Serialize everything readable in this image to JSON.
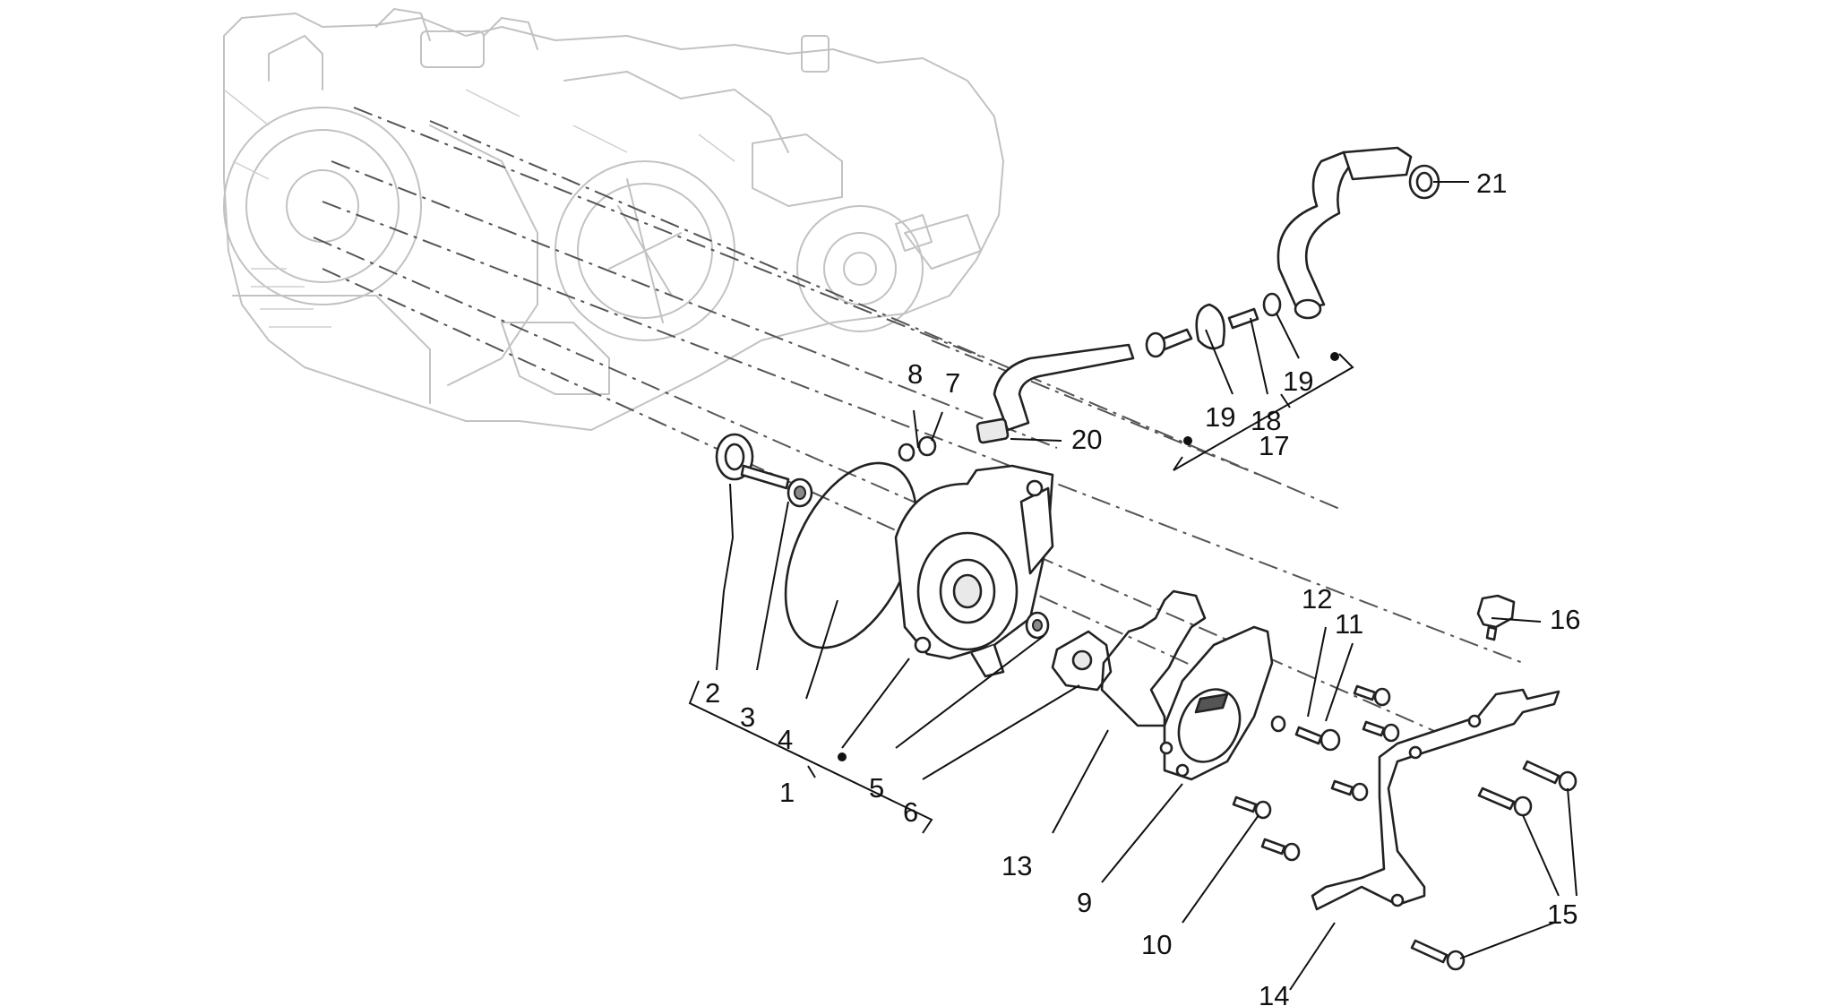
{
  "callouts": {
    "n1": "1",
    "n2": "2",
    "n3": "3",
    "n4": "4",
    "n5": "5",
    "n6": "6",
    "n7": "7",
    "n8": "8",
    "n9": "9",
    "n10": "10",
    "n11": "11",
    "n12": "12",
    "n13": "13",
    "n14": "14",
    "n15": "15",
    "n16": "16",
    "n17": "17",
    "n18": "18",
    "n19a": "19",
    "n19b": "19",
    "n20": "20",
    "n21": "21"
  }
}
